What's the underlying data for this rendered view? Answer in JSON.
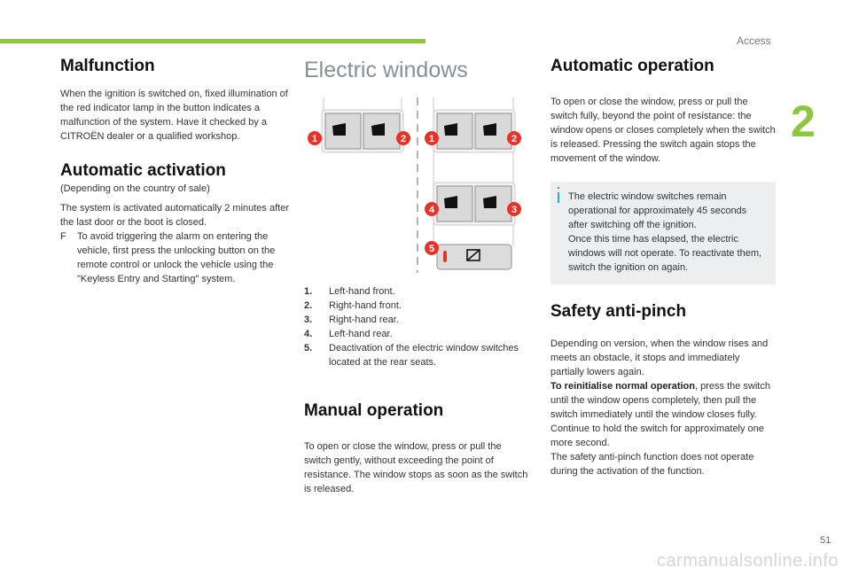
{
  "header": {
    "section": "Access",
    "chapter": "2"
  },
  "footer": {
    "page_number": "51",
    "watermark": "carmanualsonline.info"
  },
  "colors": {
    "accent_green": "#8dc63f",
    "marker_red": "#e5332a",
    "info_blue": "#2aa7df"
  },
  "malfunction": {
    "title": "Malfunction",
    "body": "When the ignition is switched on, fixed illumination of the red indicator lamp in the button indicates a malfunction of the system. Have it checked by a CITROËN dealer or a qualified workshop."
  },
  "automatic_activation": {
    "title": "Automatic activation",
    "note": "(Depending on the country of sale)",
    "body": "The system is activated automatically 2 minutes after the last door or the boot is closed.",
    "bullet_marker": "F",
    "bullet": "To avoid triggering the alarm on entering the vehicle, first press the unlocking button on the remote control or unlock the vehicle using the \"Keyless Entry and Starting\" system."
  },
  "electric_windows": {
    "title": "Electric windows",
    "figure": {
      "markers": [
        "1",
        "2",
        "1",
        "2",
        "4",
        "3",
        "5"
      ]
    },
    "items": [
      {
        "num": "1.",
        "text": "Left-hand front."
      },
      {
        "num": "2.",
        "text": "Right-hand front."
      },
      {
        "num": "3.",
        "text": "Right-hand rear."
      },
      {
        "num": "4.",
        "text": "Left-hand rear."
      },
      {
        "num": "5.",
        "text": "Deactivation of the electric window switches located at the rear seats."
      }
    ]
  },
  "manual_operation": {
    "title": "Manual operation",
    "body": "To open or close the window, press or pull the switch gently, without exceeding the point of resistance. The window stops as soon as the switch is released."
  },
  "automatic_operation": {
    "title": "Automatic operation",
    "body": "To open or close the window, press or pull the switch fully, beyond the point of resistance: the window opens or closes completely when the switch is released. Pressing the switch again stops the movement of the window.",
    "info": "The electric window switches remain operational for approximately 45 seconds after switching off the ignition.",
    "info2": "Once this time has elapsed, the electric windows will not operate. To reactivate them, switch the ignition on again."
  },
  "safety_anti_pinch": {
    "title": "Safety anti-pinch",
    "body1": "Depending on version, when the window rises and meets an obstacle, it stops and immediately partially lowers again.",
    "reinit_label": "To reinitialise normal operation",
    "reinit_text": ", press the switch until the window opens completely, then pull the switch immediately until the window closes fully. Continue to hold the switch for approximately one more second.",
    "body3": "The safety anti-pinch function does not operate during the activation of the function."
  }
}
